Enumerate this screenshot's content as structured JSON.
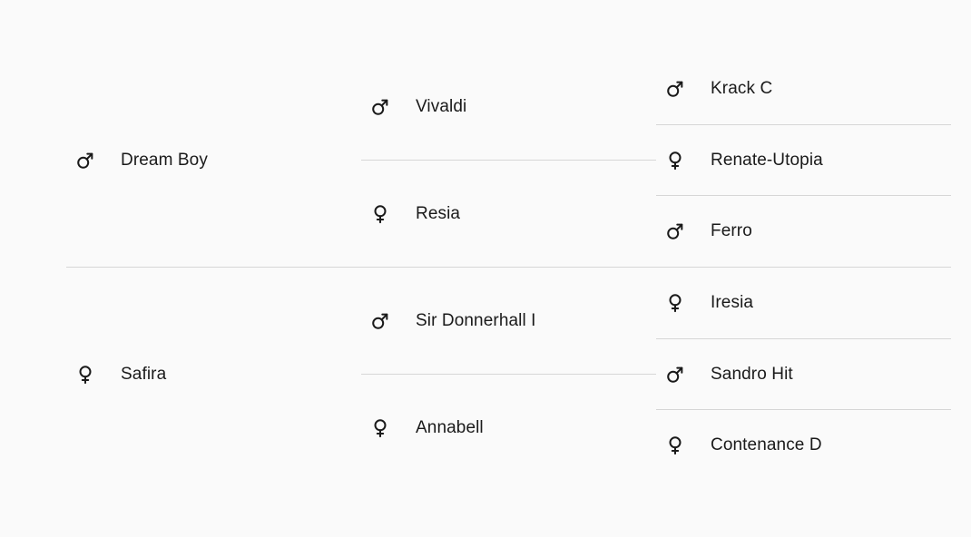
{
  "generations": [
    {
      "horses": [
        {
          "name": "Dream Boy",
          "sex": "male",
          "icon": "male-icon"
        },
        {
          "name": "Safira",
          "sex": "female",
          "icon": "female-icon"
        }
      ]
    },
    {
      "horses": [
        {
          "name": "Vivaldi",
          "sex": "male",
          "icon": "male-icon"
        },
        {
          "name": "Resia",
          "sex": "female",
          "icon": "female-icon"
        },
        {
          "name": "Sir Donnerhall I",
          "sex": "male",
          "icon": "male-icon"
        },
        {
          "name": "Annabell",
          "sex": "female",
          "icon": "female-icon"
        }
      ]
    },
    {
      "horses": [
        {
          "name": "Krack C",
          "sex": "male",
          "icon": "male-icon"
        },
        {
          "name": "Renate-Utopia",
          "sex": "female",
          "icon": "female-icon"
        },
        {
          "name": "Ferro",
          "sex": "male",
          "icon": "male-icon"
        },
        {
          "name": "Iresia",
          "sex": "female",
          "icon": "female-icon"
        },
        {
          "name": "Sandro Hit",
          "sex": "male",
          "icon": "male-icon"
        },
        {
          "name": "Contenance D",
          "sex": "female",
          "icon": "female-icon"
        }
      ]
    }
  ],
  "colors": {
    "text": "#1a1a1a",
    "divider": "#d6d6d6",
    "background": "#fafafa"
  }
}
